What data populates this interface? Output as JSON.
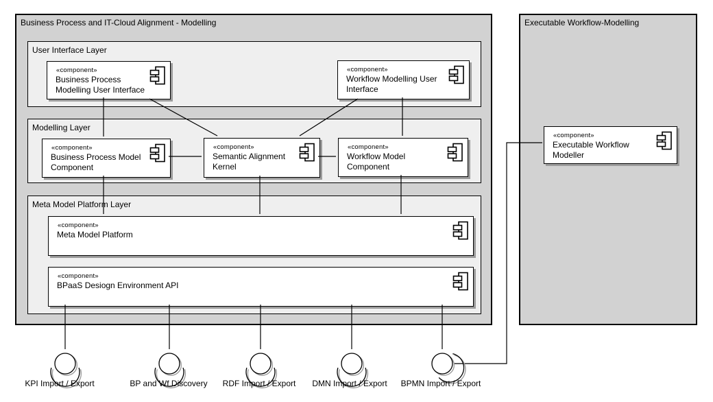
{
  "stereotype": "«component»",
  "containers": {
    "left": {
      "title": "Business Process and IT-Cloud Alignment - Modelling"
    },
    "right": {
      "title": "Executable Workflow-Modelling"
    }
  },
  "layers": {
    "ui": {
      "title": "User Interface Layer"
    },
    "modelling": {
      "title": "Modelling Layer"
    },
    "meta": {
      "title": "Meta Model Platform Layer"
    }
  },
  "components": {
    "bp_mui": {
      "name": "Business Process\nModelling User Interface"
    },
    "wf_mui": {
      "name": "Workflow Modelling User\nInterface"
    },
    "bp_model": {
      "name": "Business Process Model\nComponent"
    },
    "kernel": {
      "name": "Semantic Alignment\nKernel"
    },
    "wf_model": {
      "name": "Workflow Model\nComponent"
    },
    "meta_platform": {
      "name": "Meta Model Platform"
    },
    "bpaas_api": {
      "name": "BPaaS Desiogn Environment API"
    },
    "exec_modeller": {
      "name": "Executable Workflow\nModeller"
    }
  },
  "interfaces": [
    {
      "label": "KPI Import / Export"
    },
    {
      "label": "BP and Wf Discovery"
    },
    {
      "label": "RDF Import / Export"
    },
    {
      "label": "DMN Import / Export"
    },
    {
      "label": "BPMN Import / Export"
    }
  ],
  "colors": {
    "container_fill": "#d2d2d2",
    "layer_fill": "#efefef",
    "component_fill": "#ffffff",
    "border": "#000000",
    "shadow": "#9c9c9c"
  }
}
